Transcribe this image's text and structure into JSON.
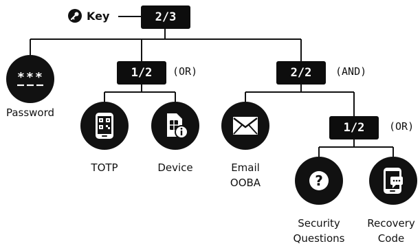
{
  "key": {
    "label": "Key"
  },
  "root": {
    "label": "2/3"
  },
  "nodes": {
    "password": {
      "label": "Password"
    },
    "group_a": {
      "label": "1/2",
      "mode": "(OR)"
    },
    "group_b": {
      "label": "2/2",
      "mode": "(AND)"
    },
    "totp": {
      "label": "TOTP"
    },
    "device": {
      "label": "Device"
    },
    "email": {
      "label_line1": "Email",
      "label_line2": "OOBA"
    },
    "group_c": {
      "label": "1/2",
      "mode": "(OR)"
    },
    "security": {
      "label_line1": "Security",
      "label_line2": "Questions"
    },
    "recovery": {
      "label_line1": "Recovery",
      "label_line2": "Code"
    }
  },
  "icons": {
    "key": "key-icon",
    "password": "password-asterisks-icon",
    "totp": "phone-qr-icon",
    "device": "sim-card-info-icon",
    "email": "envelope-icon",
    "security": "question-mark-icon",
    "recovery": "phone-chat-icon"
  }
}
